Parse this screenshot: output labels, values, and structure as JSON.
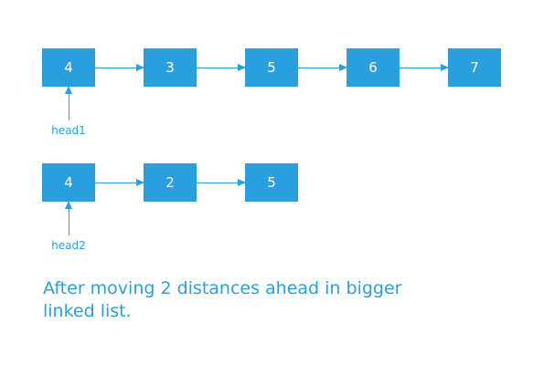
{
  "lists": [
    {
      "pointer": "head1",
      "nodes": [
        "4",
        "3",
        "5",
        "6",
        "7"
      ]
    },
    {
      "pointer": "head2",
      "nodes": [
        "4",
        "2",
        "5"
      ]
    }
  ],
  "caption": "After moving 2 distances ahead in bigger linked list.",
  "colors": {
    "node_fill": "#2a9fdf",
    "node_text": "#ffffff",
    "label": "#2a9fdf"
  }
}
